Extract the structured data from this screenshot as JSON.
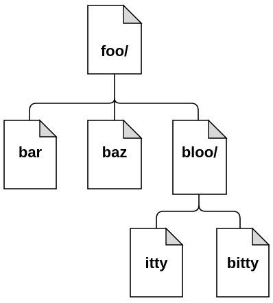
{
  "tree": {
    "root": {
      "label": "foo/"
    },
    "children": [
      {
        "label": "bar"
      },
      {
        "label": "baz"
      },
      {
        "label": "bloo/"
      }
    ],
    "grandchildren": [
      {
        "label": "itty"
      },
      {
        "label": "bitty"
      }
    ]
  }
}
